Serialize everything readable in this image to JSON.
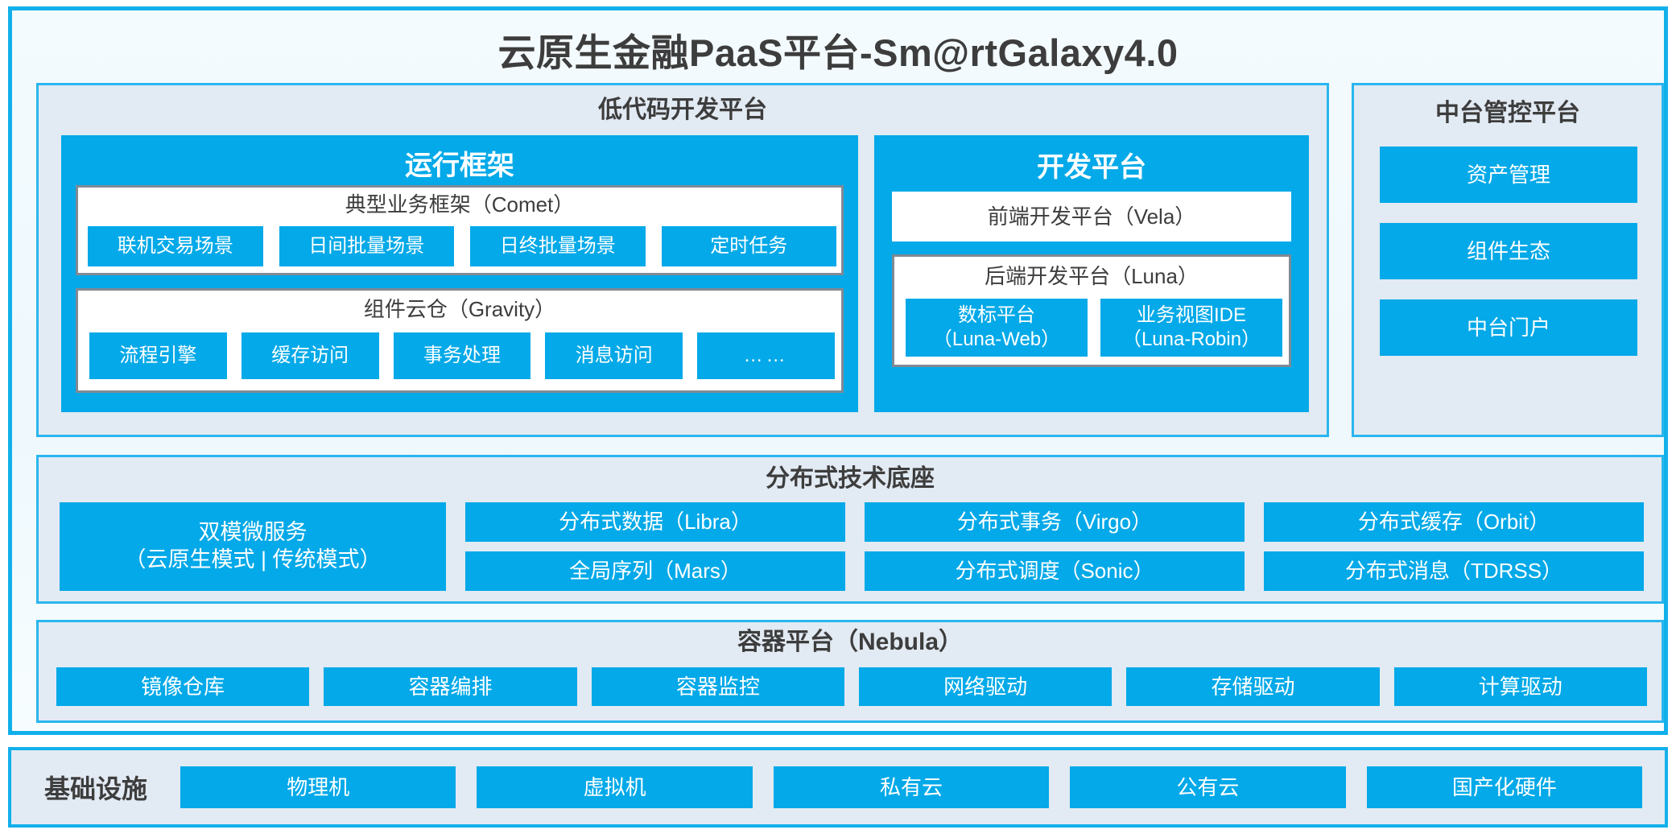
{
  "diagram": {
    "title": "云原生金融PaaS平台-Sm@rtGalaxy4.0",
    "colors": {
      "accent": "#03a9e8",
      "frame_border": "#12b0ea",
      "panel_bg": "#e2eaf3",
      "card_border": "#808a94",
      "text": "#3d3d3d"
    }
  },
  "lowcode": {
    "title": "低代码开发平台",
    "runtime": {
      "title": "运行框架",
      "comet": {
        "title": "典型业务框架（Comet）",
        "items": [
          "联机交易场景",
          "日间批量场景",
          "日终批量场景",
          "定时任务"
        ]
      },
      "gravity": {
        "title": "组件云仓（Gravity）",
        "items": [
          "流程引擎",
          "缓存访问",
          "事务处理",
          "消息访问",
          "……"
        ]
      }
    },
    "dev": {
      "title": "开发平台",
      "frontend": "前端开发平台（Vela）",
      "backend": {
        "title": "后端开发平台（Luna）",
        "items": [
          {
            "line1": "数标平台",
            "line2": "（Luna-Web）"
          },
          {
            "line1": "业务视图IDE",
            "line2": "（Luna-Robin）"
          }
        ]
      }
    }
  },
  "midend": {
    "title": "中台管控平台",
    "items": [
      "资产管理",
      "组件生态",
      "中台门户"
    ]
  },
  "distributed": {
    "title": "分布式技术底座",
    "dual_mode": {
      "line1": "双模微服务",
      "line2": "（云原生模式 | 传统模式）"
    },
    "columns": [
      [
        "分布式数据（Libra）",
        "全局序列（Mars）"
      ],
      [
        "分布式事务（Virgo）",
        "分布式调度（Sonic）"
      ],
      [
        "分布式缓存（Orbit）",
        "分布式消息（TDRSS）"
      ]
    ]
  },
  "container": {
    "title": "容器平台（Nebula）",
    "items": [
      "镜像仓库",
      "容器编排",
      "容器监控",
      "网络驱动",
      "存储驱动",
      "计算驱动"
    ]
  },
  "infrastructure": {
    "label": "基础设施",
    "items": [
      "物理机",
      "虚拟机",
      "私有云",
      "公有云",
      "国产化硬件"
    ]
  }
}
